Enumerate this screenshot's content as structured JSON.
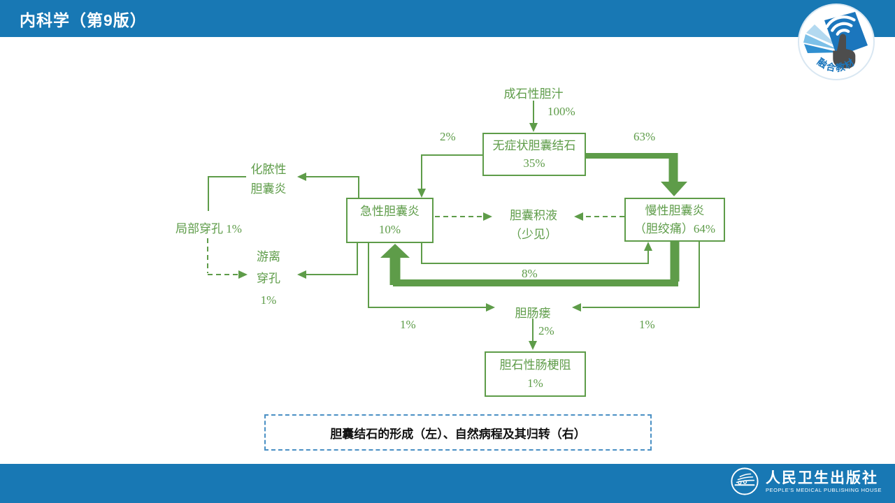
{
  "header": {
    "title": "内科学（第9版）",
    "bg_color": "#1878b4"
  },
  "badge": {
    "label": "融合教材"
  },
  "footer": {
    "publisher_cn": "人民卫生出版社",
    "publisher_en": "PEOPLE'S MEDICAL PUBLISHING HOUSE",
    "bg_color": "#1878b4"
  },
  "diagram": {
    "accent_color": "#5e9c49",
    "nodes": {
      "lithogenic_bile": "成石性胆汁",
      "asymptomatic": {
        "line1": "无症状胆囊结石",
        "line2": "35%"
      },
      "acute": {
        "line1": "急性胆囊炎",
        "line2": "10%"
      },
      "chronic": {
        "line1": "慢性胆囊炎",
        "line2": "（胆绞痛）64%"
      },
      "hydrops": {
        "line1": "胆囊积液",
        "line2": "（少见）"
      },
      "suppurative": {
        "line1": "化脓性",
        "line2": "胆囊炎"
      },
      "local_perforation": "局部穿孔 1%",
      "free_perforation": {
        "line1": "游离",
        "line2": "穿孔",
        "line3": "1%"
      },
      "fistula": "胆肠瘘",
      "gallstone_ileus": {
        "line1": "胆石性肠梗阻",
        "line2": "1%"
      }
    },
    "edge_labels": {
      "pct_100": "100%",
      "pct_2": "2%",
      "pct_63": "63%",
      "pct_8": "8%",
      "pct_1_left": "1%",
      "pct_1_right": "1%",
      "pct_2_bottom": "2%"
    },
    "caption": "胆囊结石的形成（左）、自然病程及其归转（右）"
  }
}
